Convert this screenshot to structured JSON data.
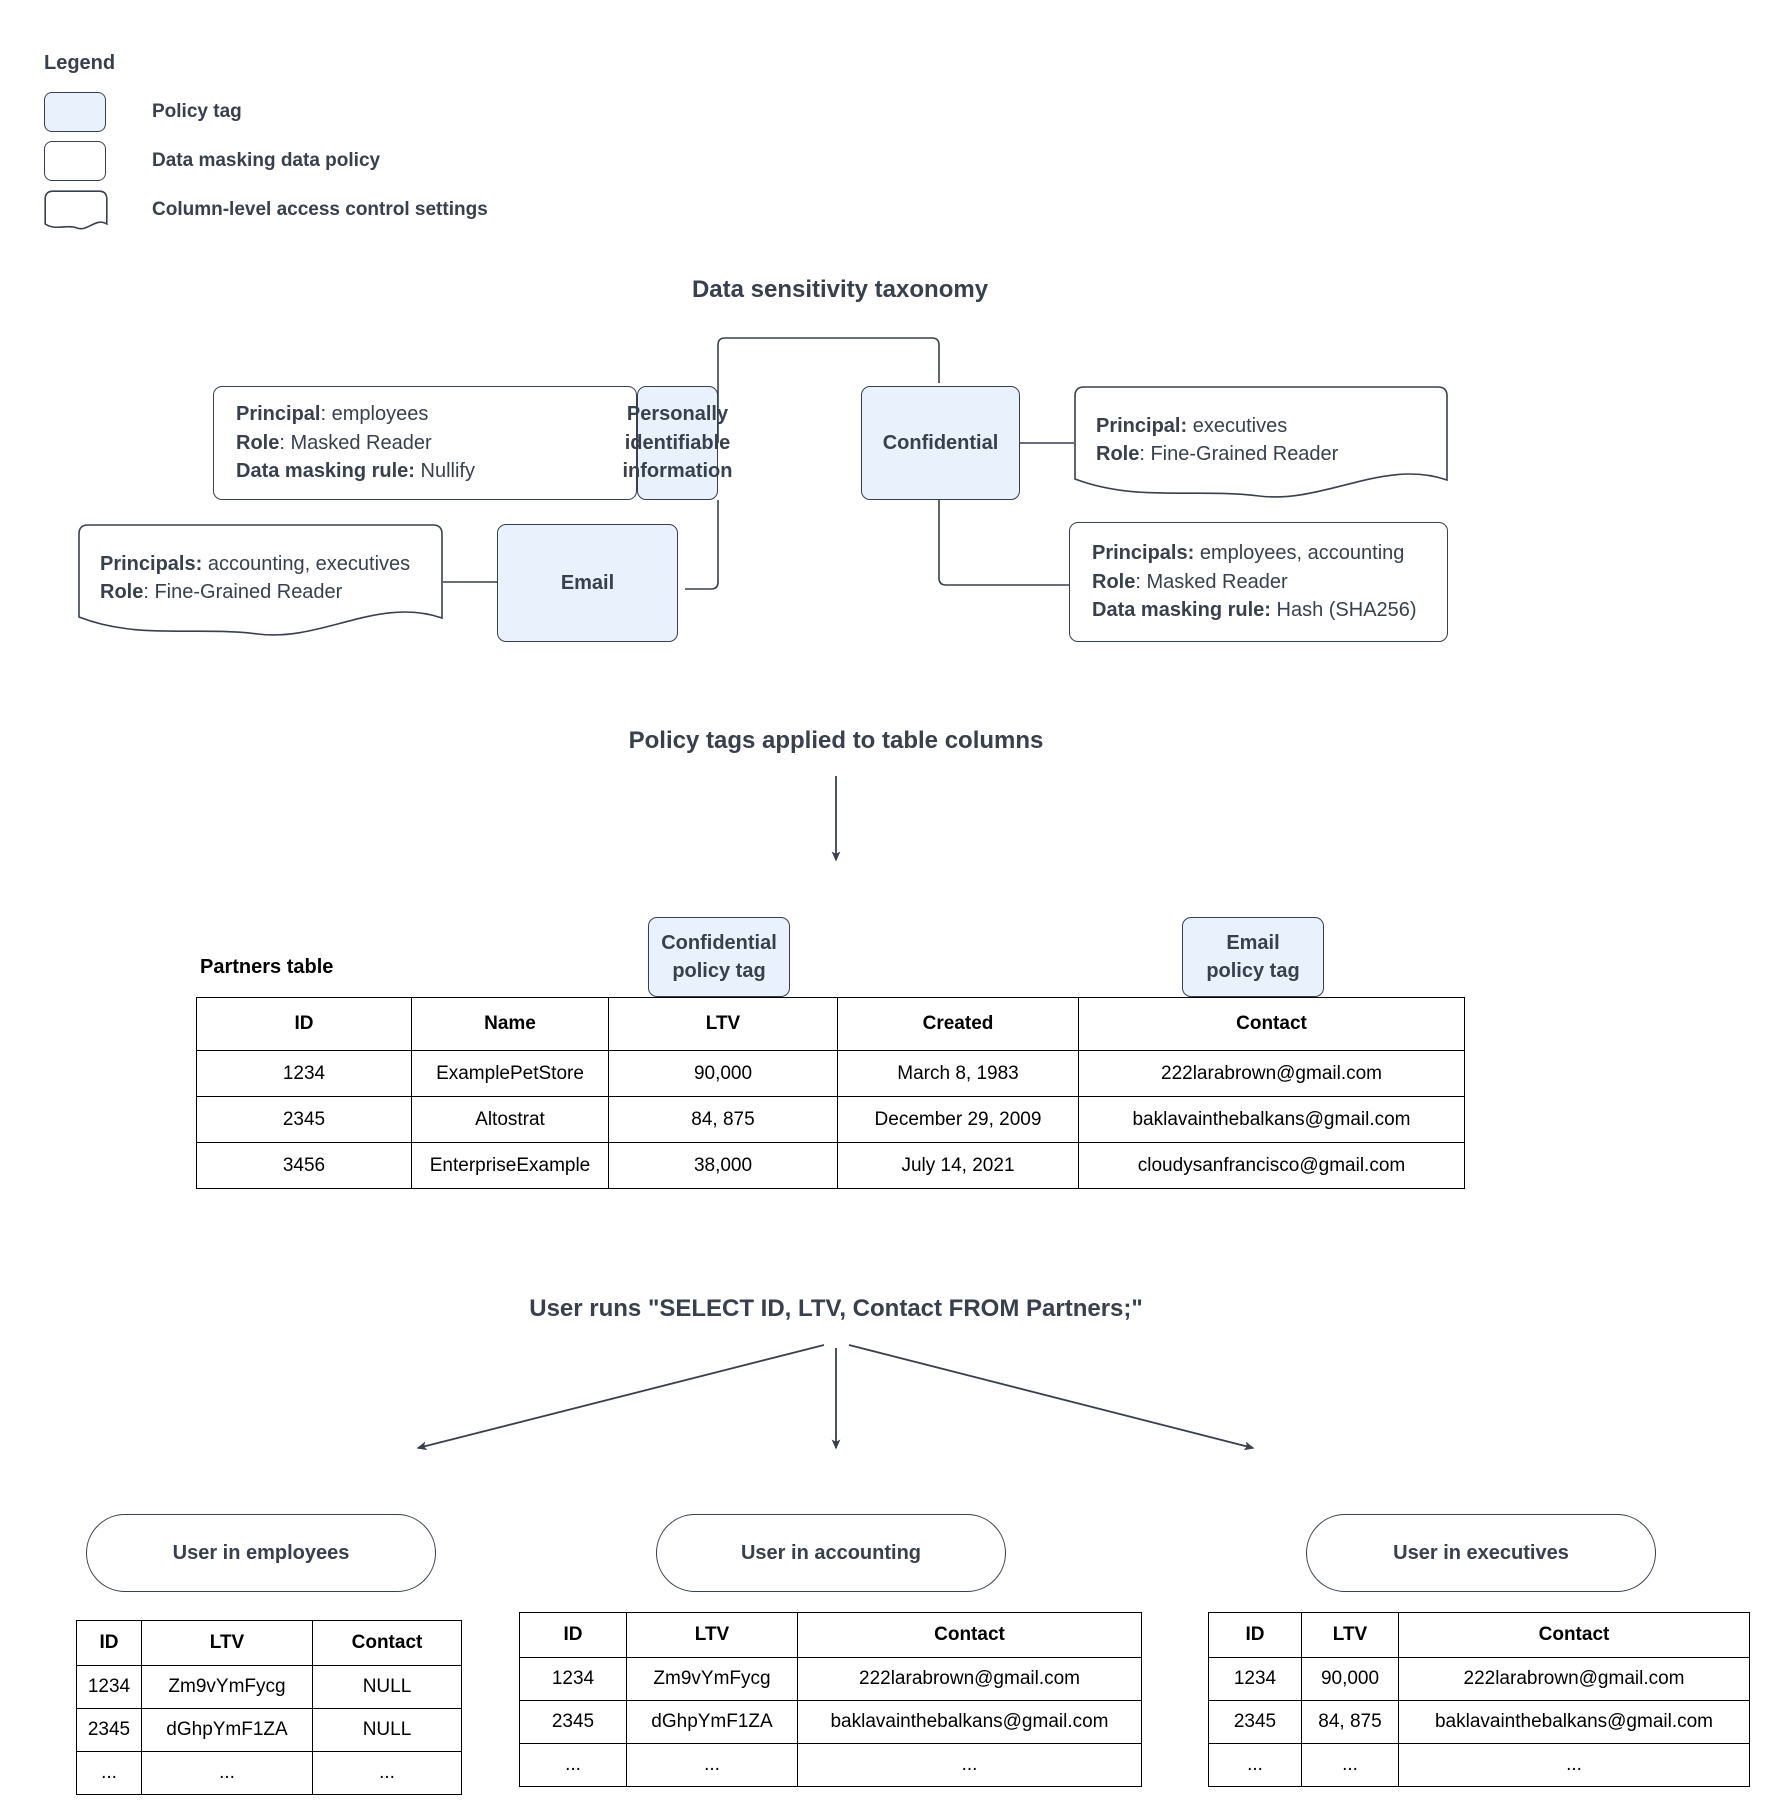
{
  "legend": {
    "title": "Legend",
    "items": [
      {
        "label": "Policy tag",
        "shape": "rounded-filled"
      },
      {
        "label": "Data masking data policy",
        "shape": "rounded-plain"
      },
      {
        "label": "Column-level access control settings",
        "shape": "wavy-bottom"
      }
    ]
  },
  "colors": {
    "policy_tag_fill": "#e9f1fc",
    "stroke": "#38404d",
    "table_stroke": "#000000",
    "heading_text": "#38404d"
  },
  "taxonomy": {
    "heading": "Data sensitivity taxonomy",
    "tags": {
      "pii": "Personally identifiable information",
      "pii_lines": [
        "Personally",
        "identifiable",
        "information"
      ],
      "confidential": "Confidential",
      "email": "Email"
    },
    "policies": {
      "pii_masking": {
        "lines": [
          {
            "key": "Principal",
            "sep": ": ",
            "value": "employees"
          },
          {
            "key": "Role",
            "sep": ": ",
            "value": "Masked Reader"
          },
          {
            "key": "Data masking rule:",
            "sep": " ",
            "value": "Nullify"
          }
        ]
      },
      "email_access": {
        "lines": [
          {
            "key": "Principals:",
            "sep": " ",
            "value": "accounting, executives"
          },
          {
            "key": "Role",
            "sep": ": ",
            "value": "Fine-Grained Reader"
          }
        ]
      },
      "confidential_access": {
        "lines": [
          {
            "key": "Principal:",
            "sep": " ",
            "value": "executives"
          },
          {
            "key": "Role",
            "sep": ": ",
            "value": "Fine-Grained Reader"
          }
        ]
      },
      "confidential_masking": {
        "lines": [
          {
            "key": "Principals:",
            "sep": " ",
            "value": "employees, accounting"
          },
          {
            "key": "Role",
            "sep": ": ",
            "value": "Masked Reader"
          },
          {
            "key": "Data masking rule:",
            "sep": " ",
            "value": "Hash (SHA256)"
          }
        ]
      }
    }
  },
  "applied": {
    "heading": "Policy tags applied to table columns",
    "table_label": "Partners table",
    "tags": {
      "confidential": [
        "Confidential",
        "policy tag"
      ],
      "email": [
        "Email",
        "policy tag"
      ]
    },
    "columns": [
      "ID",
      "Name",
      "LTV",
      "Created",
      "Contact"
    ],
    "rows": [
      [
        "1234",
        "ExamplePetStore",
        "90,000",
        "March 8, 1983",
        "222larabrown@gmail.com"
      ],
      [
        "2345",
        "Altostrat",
        "84, 875",
        "December 29, 2009",
        "baklavainthebalkans@gmail.com"
      ],
      [
        "3456",
        "EnterpriseExample",
        "38,000",
        "July 14, 2021",
        "cloudysanfrancisco@gmail.com"
      ]
    ]
  },
  "query": {
    "heading": "User runs \"SELECT ID, LTV, Contact FROM Partners;\""
  },
  "results": [
    {
      "role_label": "User in employees",
      "columns": [
        "ID",
        "LTV",
        "Contact"
      ],
      "rows": [
        [
          "1234",
          "Zm9vYmFycg",
          "NULL"
        ],
        [
          "2345",
          "dGhpYmF1ZA",
          "NULL"
        ],
        [
          "...",
          "...",
          "..."
        ]
      ]
    },
    {
      "role_label": "User in accounting",
      "columns": [
        "ID",
        "LTV",
        "Contact"
      ],
      "rows": [
        [
          "1234",
          "Zm9vYmFycg",
          "222larabrown@gmail.com"
        ],
        [
          "2345",
          "dGhpYmF1ZA",
          "baklavainthebalkans@gmail.com"
        ],
        [
          "...",
          "...",
          "..."
        ]
      ]
    },
    {
      "role_label": "User in executives",
      "columns": [
        "ID",
        "LTV",
        "Contact"
      ],
      "rows": [
        [
          "1234",
          "90,000",
          "222larabrown@gmail.com"
        ],
        [
          "2345",
          "84, 875",
          "baklavainthebalkans@gmail.com"
        ],
        [
          "...",
          "...",
          "..."
        ]
      ]
    }
  ]
}
